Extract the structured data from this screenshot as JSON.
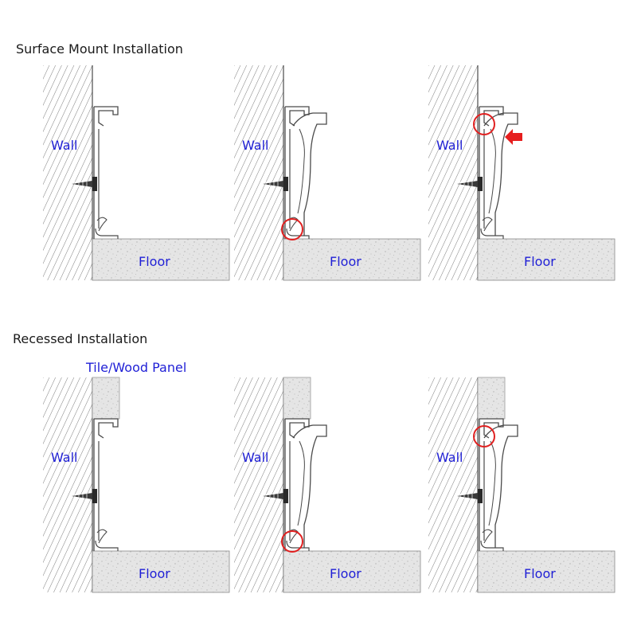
{
  "sections": [
    {
      "title": "Surface Mount Installation",
      "tile_label": ""
    },
    {
      "title": "Recessed Installation",
      "tile_label": "Tile/Wood Panel"
    }
  ],
  "labels": {
    "wall": "Wall",
    "floor": "Floor"
  },
  "panels": [
    {
      "stage": "base",
      "recessed": false,
      "highlight": "none",
      "arrow": false
    },
    {
      "stage": "insert",
      "recessed": false,
      "highlight": "bottom",
      "arrow": false
    },
    {
      "stage": "press",
      "recessed": false,
      "highlight": "top",
      "arrow": true
    },
    {
      "stage": "base",
      "recessed": true,
      "highlight": "none",
      "arrow": false
    },
    {
      "stage": "insert",
      "recessed": true,
      "highlight": "bottom",
      "arrow": false
    },
    {
      "stage": "press",
      "recessed": true,
      "highlight": "top",
      "arrow": false
    }
  ],
  "colors": {
    "label": "#1f1fd6",
    "highlight": "#e02020",
    "arrow": "#e61e1e",
    "line": "#4a4a4a",
    "floor": "#e6e6e6"
  }
}
